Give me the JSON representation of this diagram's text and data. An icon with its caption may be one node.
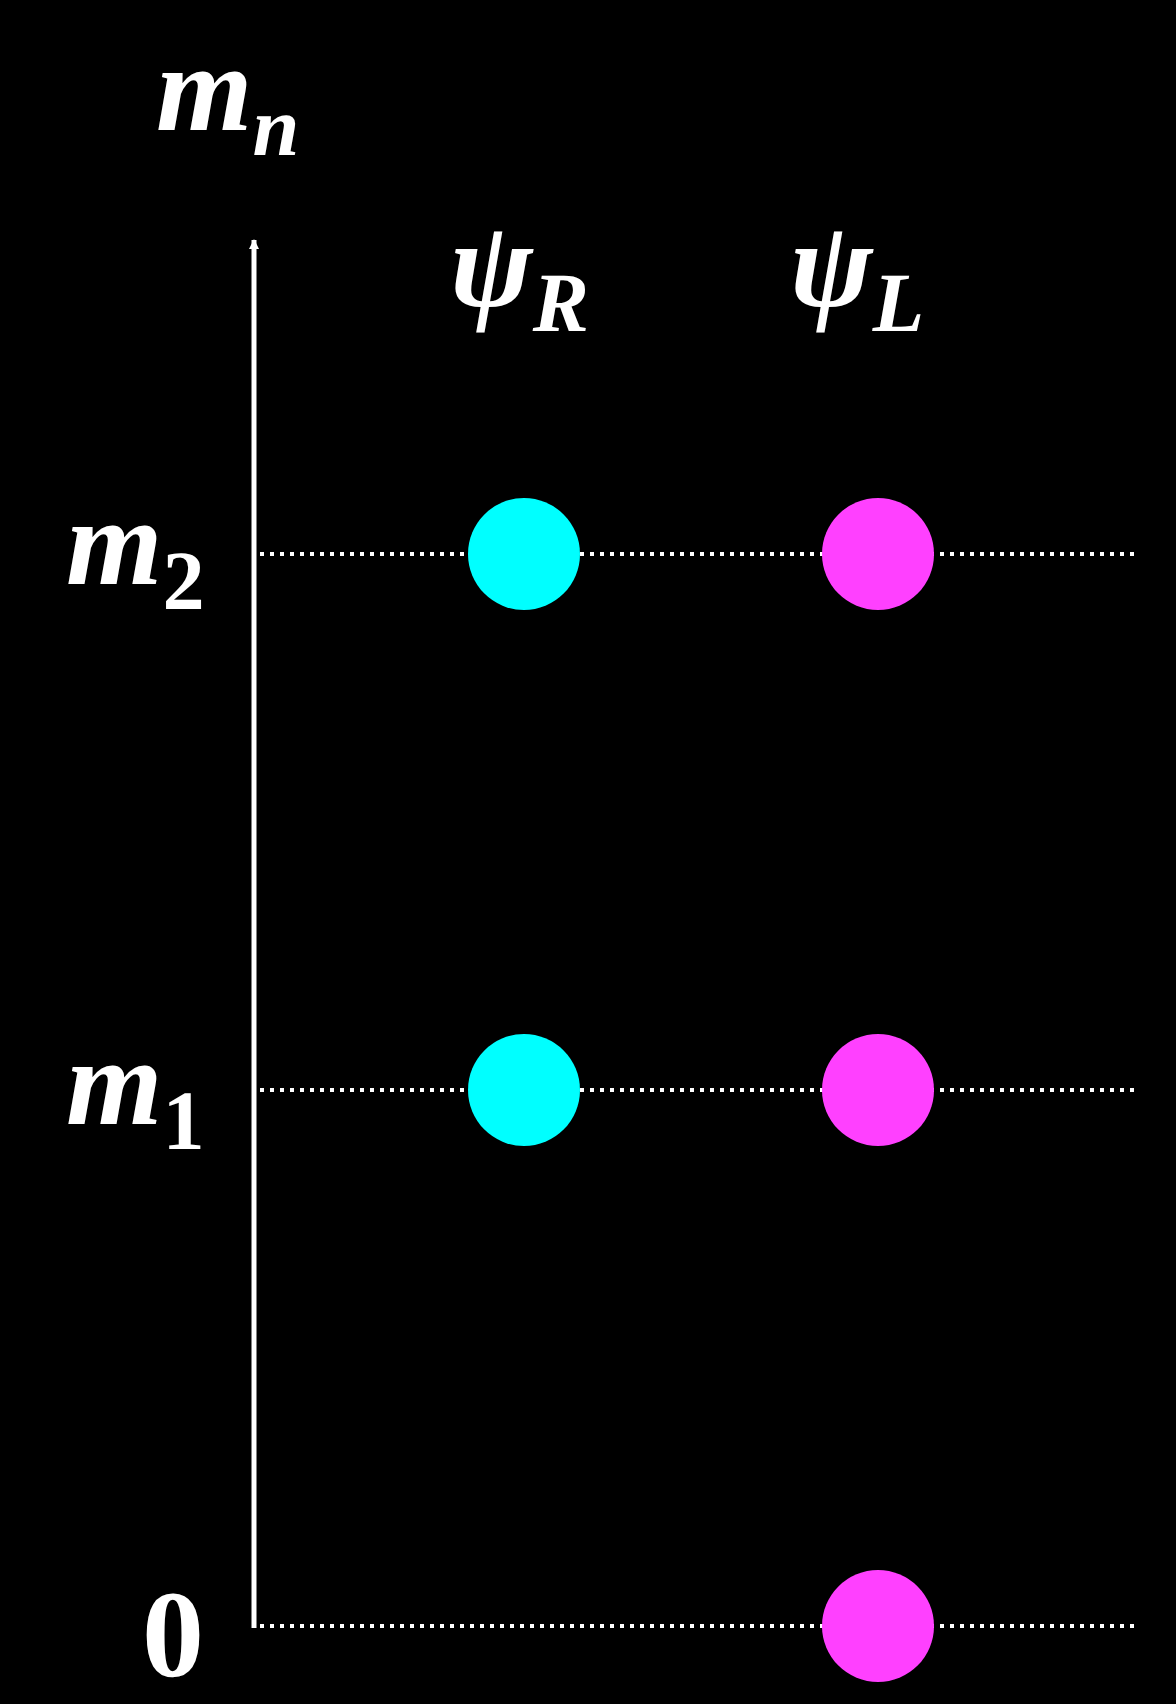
{
  "diagram": {
    "nodes": [
      {
        "text": [],
        "shape": "circle"
      },
      {
        "text": [],
        "shape": "circle"
      },
      {
        "text": [],
        "shape": "circle"
      },
      {
        "text": [],
        "shape": "circle"
      },
      {
        "text": [],
        "shape": "circle"
      }
    ],
    "labels": [
      "m$_{n}$",
      "ψ$_{R}$",
      "ψ$_{L}$",
      "*m*$_{2}$",
      "*m*$_{1}$",
      "0"
    ]
  }
}
